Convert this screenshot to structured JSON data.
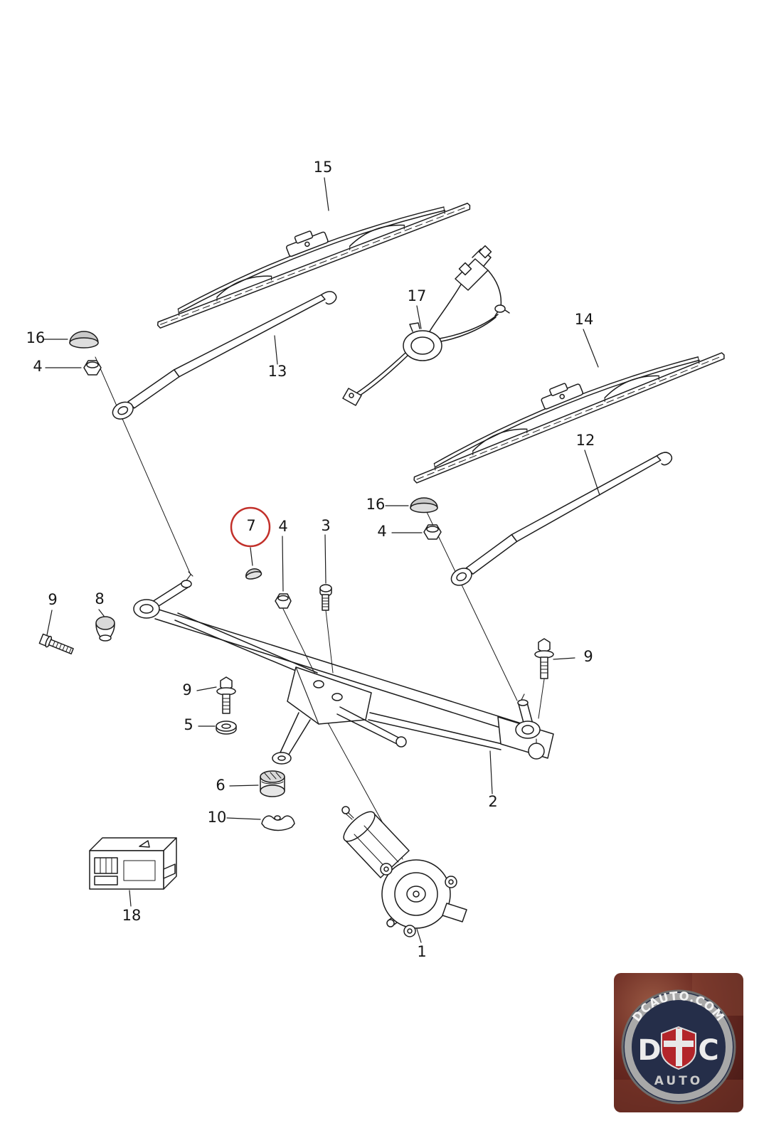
{
  "diagram": {
    "type": "exploded-parts-diagram",
    "subject": "windshield wiper system",
    "line_color": "#1c1c1c",
    "highlight_color": "#c2302a",
    "callouts": [
      {
        "label": "15",
        "highlighted": false
      },
      {
        "label": "17",
        "highlighted": false
      },
      {
        "label": "14",
        "highlighted": false
      },
      {
        "label": "16",
        "highlighted": false
      },
      {
        "label": "4",
        "highlighted": false
      },
      {
        "label": "13",
        "highlighted": false
      },
      {
        "label": "12",
        "highlighted": false
      },
      {
        "label": "16",
        "highlighted": false
      },
      {
        "label": "4",
        "highlighted": false
      },
      {
        "label": "7",
        "highlighted": true
      },
      {
        "label": "4",
        "highlighted": false
      },
      {
        "label": "3",
        "highlighted": false
      },
      {
        "label": "9",
        "highlighted": false
      },
      {
        "label": "8",
        "highlighted": false
      },
      {
        "label": "9",
        "highlighted": false
      },
      {
        "label": "9",
        "highlighted": false
      },
      {
        "label": "5",
        "highlighted": false
      },
      {
        "label": "6",
        "highlighted": false
      },
      {
        "label": "2",
        "highlighted": false
      },
      {
        "label": "10",
        "highlighted": false
      },
      {
        "label": "18",
        "highlighted": false
      },
      {
        "label": "1",
        "highlighted": false
      }
    ]
  },
  "logo": {
    "site": "DCAUTO.COM",
    "letter_left": "D",
    "letter_right": "C",
    "word": "AUTO"
  }
}
